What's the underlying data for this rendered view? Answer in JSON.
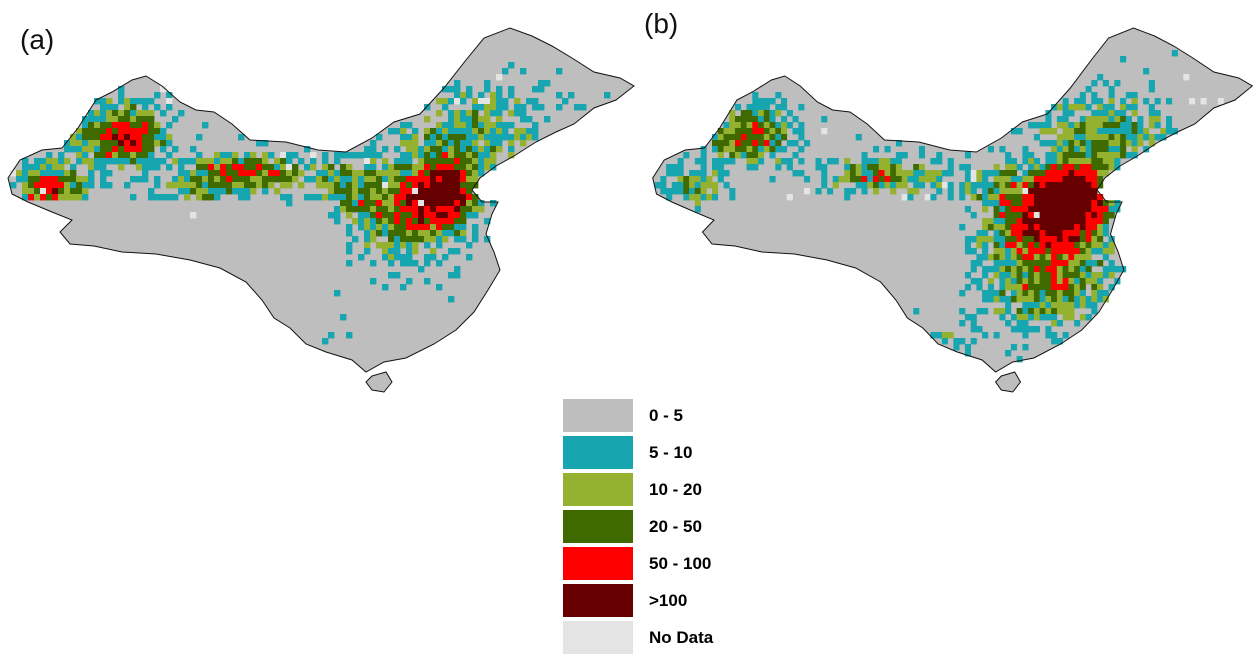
{
  "panels": [
    {
      "label": "(a)"
    },
    {
      "label": "(b)"
    }
  ],
  "legend": {
    "items": [
      {
        "label": "0 - 5",
        "color": "#bebebe"
      },
      {
        "label": "5 - 10",
        "color": "#17a6b0"
      },
      {
        "label": "10 - 20",
        "color": "#94b130"
      },
      {
        "label": "20 - 50",
        "color": "#3e6a00"
      },
      {
        "label": "50 - 100",
        "color": "#ff0000"
      },
      {
        "label": ">100",
        "color": "#660000"
      },
      {
        "label": "No Data",
        "color": "#e4e4e4"
      }
    ]
  },
  "map_style": {
    "base_color": "#bebebe",
    "outline_color": "#111111"
  }
}
